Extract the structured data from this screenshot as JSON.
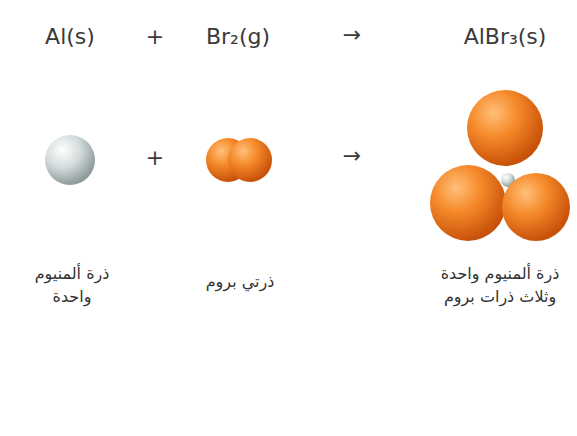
{
  "diagram": {
    "labels": [
      "Al(s)",
      "+",
      "Br₂(g)",
      "→",
      "AlBr₃(s)",
      "+",
      "→",
      "ذرة ألمنيوم واحدة",
      "ذرتي بروم",
      "ذرة ألمنيوم واحدة وثلاث ذرات بروم"
    ]
  }
}
